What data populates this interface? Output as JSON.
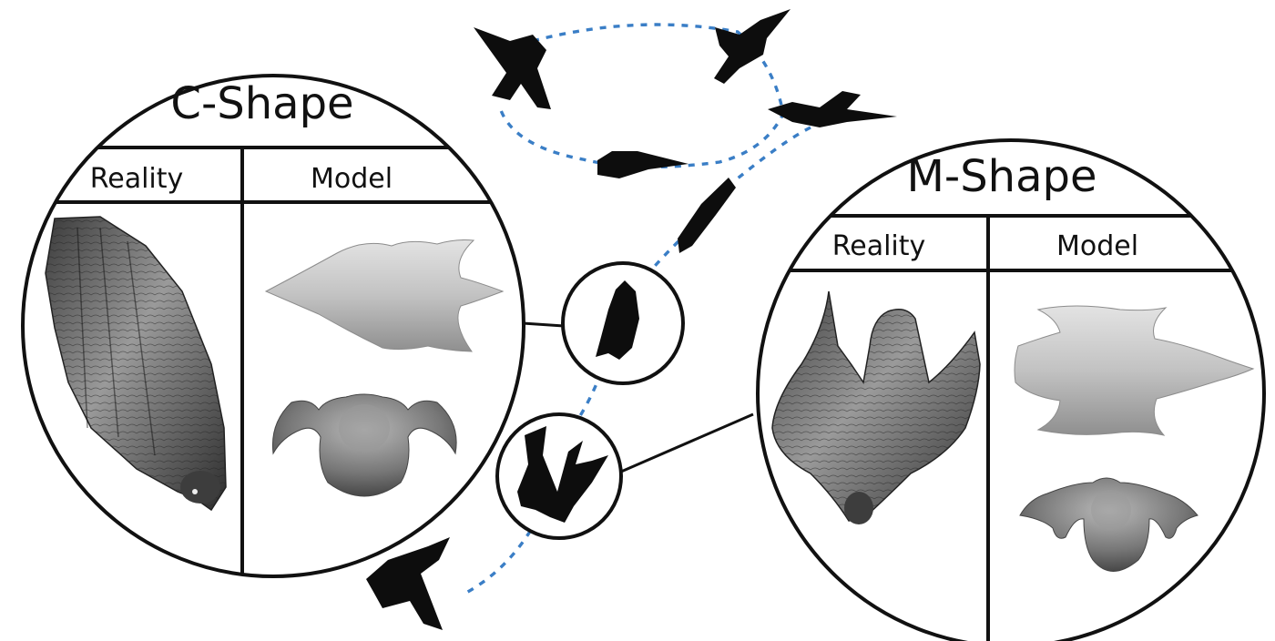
{
  "figure": {
    "c_shape": {
      "title": "C-Shape",
      "col_reality": "Reality",
      "col_model": "Model"
    },
    "m_shape": {
      "title": "M-Shape",
      "col_reality": "Reality",
      "col_model": "Model"
    },
    "colors": {
      "outline": "#111111",
      "trajectory": "#3a7ec6",
      "silhouette": "#0d0d0d",
      "model_light": "#bdbdbd",
      "model_dark": "#6e6e6e"
    },
    "icons": {
      "bird": "falcon-silhouette-icon",
      "model": "falcon-3d-model-icon",
      "photo": "falcon-photo-icon"
    }
  }
}
